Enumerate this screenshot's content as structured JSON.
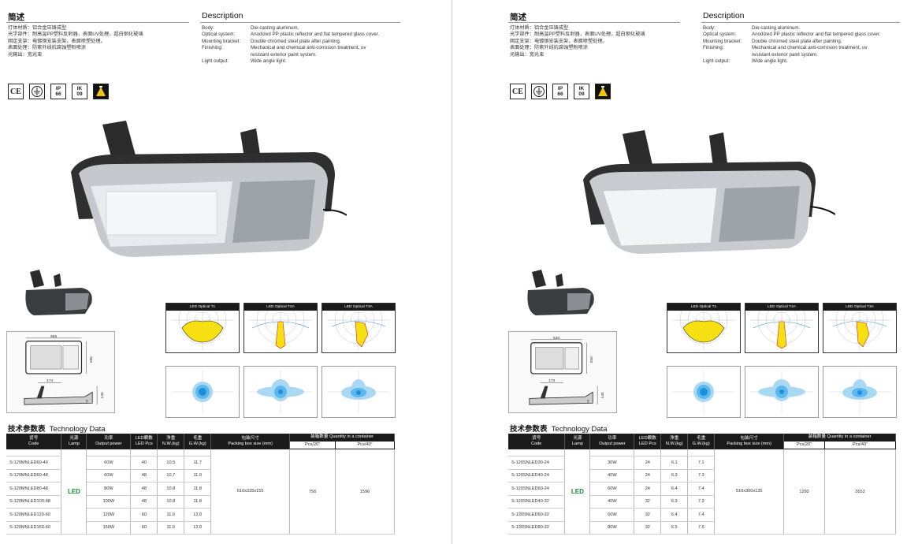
{
  "pages": [
    {
      "summary_title": "简述",
      "summary_lines": [
        {
          "k": "灯体材质：",
          "v": "铝合金压铸成型"
        },
        {
          "k": "光学部件：",
          "v": "耐高温PP塑料反射器，表面UV处理，超白钢化玻璃"
        },
        {
          "k": "固定支架：",
          "v": "电镀钢安装支架，表面喷塑处理。"
        },
        {
          "k": "表面处理：",
          "v": "防紫外线抗腐蚀塑粉喷涂"
        },
        {
          "k": "光输出：",
          "v": "宽光束"
        }
      ],
      "desc_title": "Description",
      "desc_lines": [
        {
          "k": "Body:",
          "v": "Die-casting aluminum."
        },
        {
          "k": "Optical system:",
          "v": "Anodized PP plastic reflector and flat tempered glass cover."
        },
        {
          "k": "Mounting bracket:",
          "v": "Double chromed steel plate after painting."
        },
        {
          "k": "Finishing:",
          "v": "Mechanical and chemical anti-corrosion treatment, uv"
        },
        {
          "k": "",
          "v": "resistant exterior paint system."
        },
        {
          "k": "Light output:",
          "v": "Wide angle light."
        }
      ],
      "certs": {
        "ce": "CE",
        "ip_top": "IP",
        "ip_num": "66",
        "ik_top": "IK",
        "ik_num": "09"
      },
      "drawing": {
        "width": "555",
        "height": "280",
        "depth": "174",
        "side_h": "130",
        "base_h": "48"
      },
      "optics": [
        "LED Optical T1",
        "LED Optical T2A",
        "LED Optical T3A"
      ],
      "table_title_cn": "技术参数表",
      "table_title_en": "Technology Data",
      "headers": {
        "code": [
          "货号",
          "Code"
        ],
        "lamp": [
          "光源",
          "Lamp"
        ],
        "power": [
          "功率",
          "Output power"
        ],
        "leds": [
          "LED颗数",
          "LED Pcs"
        ],
        "nw": [
          "净重",
          "N.W.(kg)"
        ],
        "gw": [
          "毛重",
          "G.W.(kg)"
        ],
        "box": [
          "包装尺寸",
          "Packing box size (mm)"
        ],
        "qty": "装箱数量 Quantity in a container",
        "pcs20": "Pcs/20\"",
        "pcs40": "Pcs/40\""
      },
      "lamp": "LED",
      "box_size": "610x335x155",
      "pcs20": "756",
      "pcs40": "1596",
      "rows": [
        {
          "code": "S-120MNLED60-40",
          "power": "60W",
          "leds": "40",
          "nw": "10.5",
          "gw": "11.7"
        },
        {
          "code": "S-120MNLED60-48",
          "power": "60W",
          "leds": "48",
          "nw": "10.7",
          "gw": "11.0"
        },
        {
          "code": "S-120MNLED80-48",
          "power": "80W",
          "leds": "48",
          "nw": "10.8",
          "gw": "11.8"
        },
        {
          "code": "S-120MNLED100-48",
          "power": "100W",
          "leds": "48",
          "nw": "10.8",
          "gw": "11.8"
        },
        {
          "code": "S-120MNLED120-60",
          "power": "120W",
          "leds": "60",
          "nw": "11.0",
          "gw": "12.0"
        },
        {
          "code": "S-120MNLED150-60",
          "power": "150W",
          "leds": "60",
          "nw": "11.0",
          "gw": "12.0"
        }
      ]
    },
    {
      "summary_title": "简述",
      "summary_lines": [
        {
          "k": "灯体材质：",
          "v": "铝合金压铸成型"
        },
        {
          "k": "光学部件：",
          "v": "耐高温PP塑料反射器，表面UV处理，超白钢化玻璃"
        },
        {
          "k": "固定支架：",
          "v": "电镀钢安装支架，表面喷塑处理。"
        },
        {
          "k": "表面处理：",
          "v": "防紫外线抗腐蚀塑粉喷涂"
        },
        {
          "k": "光输出：",
          "v": "宽光束"
        }
      ],
      "desc_title": "Description",
      "desc_lines": [
        {
          "k": "Body:",
          "v": "Die-casting aluminum."
        },
        {
          "k": "Optical system:",
          "v": "Anodized PP plastic reflector and flat tempered glass cover."
        },
        {
          "k": "Mounting bracket:",
          "v": "Double chromed steel plate after painting."
        },
        {
          "k": "Finishing:",
          "v": "Mechanical and chemical anti-corrosion treatment, uv"
        },
        {
          "k": "",
          "v": "resistant exterior paint system."
        },
        {
          "k": "Light output:",
          "v": "Wide angle light."
        }
      ],
      "certs": {
        "ce": "CE",
        "ip_top": "IP",
        "ip_num": "66",
        "ik_top": "IK",
        "ik_num": "09"
      },
      "drawing": {
        "width": "530",
        "height": "250",
        "depth": "174",
        "side_h": "135",
        "base_h": "48"
      },
      "optics": [
        "LED Optical T1",
        "LED Optical T2A",
        "LED Optical T3A"
      ],
      "table_title_cn": "技术参数表",
      "table_title_en": "Technology Data",
      "headers": {
        "code": [
          "货号",
          "Code"
        ],
        "lamp": [
          "光源",
          "Lamp"
        ],
        "power": [
          "功率",
          "Output power"
        ],
        "leds": [
          "LED颗数",
          "LED Pcs"
        ],
        "nw": [
          "净重",
          "N.W.(kg)"
        ],
        "gw": [
          "毛重",
          "G.W.(kg)"
        ],
        "box": [
          "包装尺寸",
          "Packing box size (mm)"
        ],
        "qty": "装箱数量 Quantity in a container",
        "pcs20": "Pcs/20\"",
        "pcs40": "Pcs/40\""
      },
      "lamp": "LED",
      "box_size": "510x300x135",
      "pcs20": "1292",
      "pcs40": "2652",
      "rows": [
        {
          "code": "S-120SNLED30-24",
          "power": "30W",
          "leds": "24",
          "nw": "6.1",
          "gw": "7.1"
        },
        {
          "code": "S-120SNLED40-24",
          "power": "40W",
          "leds": "24",
          "nw": "6.3",
          "gw": "7.3"
        },
        {
          "code": "S-120SNLED60-24",
          "power": "60W",
          "leds": "24",
          "nw": "6.4",
          "gw": "7.4"
        },
        {
          "code": "S-120SNLED40-32",
          "power": "40W",
          "leds": "32",
          "nw": "6.3",
          "gw": "7.3"
        },
        {
          "code": "S-120SNLED60-32",
          "power": "60W",
          "leds": "32",
          "nw": "6.4",
          "gw": "7.4"
        },
        {
          "code": "S-120SNLED80-32",
          "power": "80W",
          "leds": "32",
          "nw": "6.5",
          "gw": "7.5"
        }
      ]
    }
  ]
}
